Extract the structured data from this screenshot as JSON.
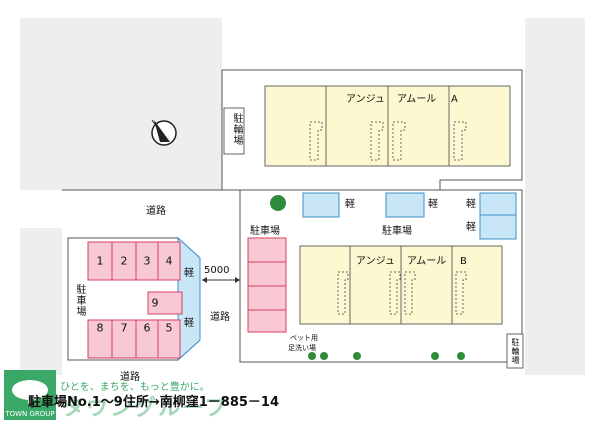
{
  "map": {
    "road_label_top": "道路",
    "road_label_right": "道路",
    "road_label_bottom": "道路",
    "distance_label": "5000",
    "parking_label_top_center": "駐車場",
    "parking_label_left": "駐車場",
    "parking_label_lower_left": "駐車場",
    "bicycle_top": "駐輪場",
    "bicycle_bottom": "駐輪場",
    "building_a": {
      "name": "アンジュ",
      "name2": "アムール",
      "suffix": "A"
    },
    "building_b": {
      "name": "アンジュ",
      "name2": "アムール",
      "suffix": "B"
    },
    "kei_label": "軽",
    "pet_label_1": "ペット用",
    "pet_label_2": "足洗い場",
    "lot_numbers_top": [
      "1",
      "2",
      "3",
      "4"
    ],
    "lot_numbers_bottom": [
      "8",
      "7",
      "6",
      "5"
    ],
    "lot_extra": "9",
    "footer_note": "駐車場No.1～9住所→南柳窪1－885－14"
  },
  "brand": {
    "tagline": "ひとを、まちを、もっと豊かに。",
    "name_jp": "タウングループ",
    "name_en": "TOWN GROUP",
    "color": "#3aa866"
  },
  "colors": {
    "building_fill": "#fdf8cf",
    "lot_fill": "#f8c8d4",
    "lot_stroke": "#d8405e",
    "kei_fill": "#c9e6f7",
    "kei_stroke": "#3d8fc8",
    "road_fill": "#ffffff",
    "ground_fill": "#eeeeee"
  }
}
